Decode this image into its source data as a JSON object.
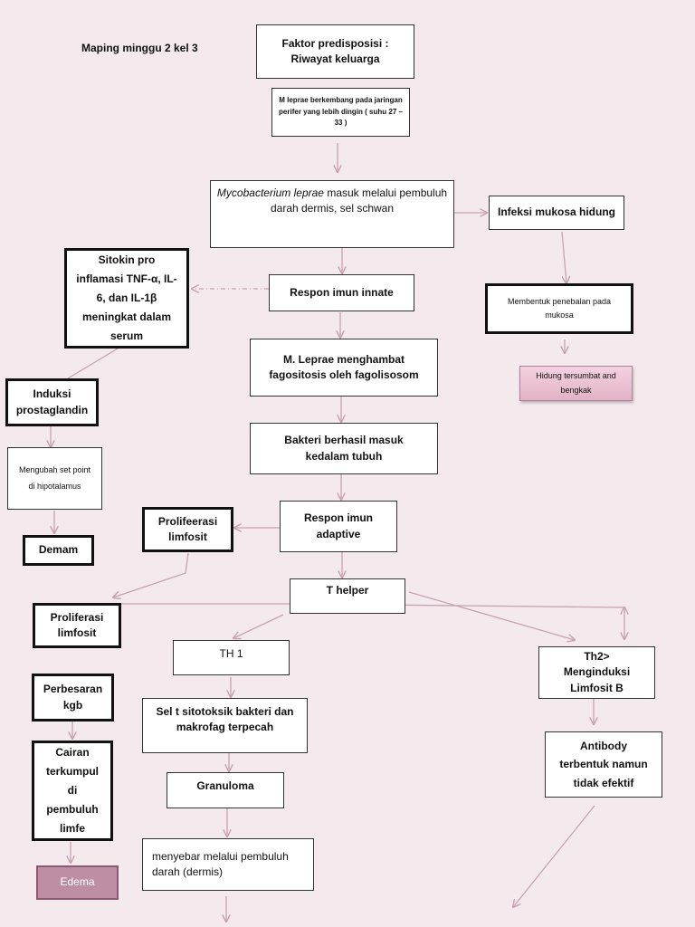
{
  "title": "Maping minggu 2 kel 3",
  "nodes": {
    "faktor": "Faktor predisposisi : Riwayat keluarga",
    "mleprae_note": "M leprae berkembang pada jaringan perifer yang lebih dingin ( suhu 27 – 33 )",
    "myco_italic": "Mycobacterium leprae",
    "myco_rest": " masuk melalui pembuluh darah dermis, sel schwan",
    "infeksi": "Infeksi mukosa hidung",
    "penebalan": "Membentuk penebalan pada mukosa",
    "hidung": "Hidung tersumbat and bengkak",
    "sitokin": "Sitokin pro inflamasi TNF-α, IL-6, dan IL-1β meningkat dalam serum",
    "innate": "Respon imun innate",
    "menghambat": "M. Leprae menghambat fagositosis oleh fagolisosom",
    "induksi": "Induksi prostaglandin",
    "setpoint": "Mengubah set point di hipotalamus",
    "demam": "Demam",
    "bakteri": "Bakteri berhasil masuk kedalam tubuh",
    "adaptive": "Respon imun adaptive",
    "prolif1": "Prolifeerasi limfosit",
    "thelper": "T helper",
    "prolif2": "Proliferasi limfosit",
    "th1": "TH 1",
    "th2": "Th2> Menginduksi Limfosit B",
    "perbesaran": "Perbesaran kgb",
    "selt": "Sel t sitotoksik bakteri dan makrofag terpecah",
    "antibody": "Antibody terbentuk namun tidak efektif",
    "cairan": "Cairan terkumpul di pembuluh limfe",
    "granuloma": "Granuloma",
    "menyebar": "menyebar melalui pembuluh darah (dermis)",
    "edema": "Edema"
  },
  "colors": {
    "background": "#f4eaee",
    "arrow": "#c7a2b2",
    "pink_box": "#e9bfd1",
    "edema_box": "#bd8ea4"
  }
}
